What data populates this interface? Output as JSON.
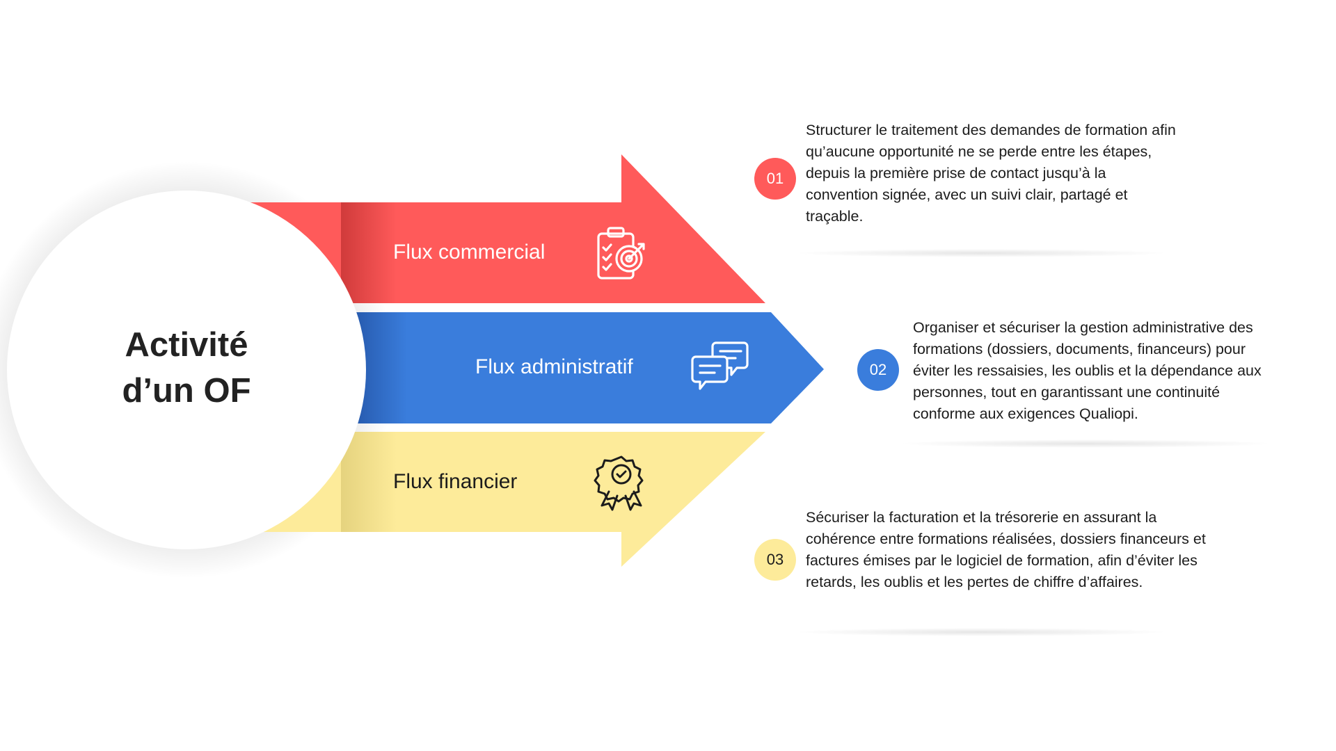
{
  "center": {
    "title_line1": "Activité",
    "title_line2": "d’un OF"
  },
  "flows": [
    {
      "label": "Flux commercial",
      "icon": "clipboard-target-icon",
      "color": "#ff5a5a",
      "text_color": "#ffffff"
    },
    {
      "label": "Flux administratif",
      "icon": "chat-bubbles-icon",
      "color": "#3a7ddc",
      "text_color": "#ffffff"
    },
    {
      "label": "Flux financier",
      "icon": "award-badge-icon",
      "color": "#fdeb9a",
      "text_color": "#1c1c1c"
    }
  ],
  "steps": [
    {
      "number": "01",
      "badge_color": "#ff5a5a",
      "badge_text_color": "#ffffff",
      "lines": [
        "Structurer le traitement des demandes de formation afin",
        "qu’aucune opportunité ne se perde entre les étapes,",
        "depuis la première prise de contact jusqu’à la",
        "convention signée, avec un suivi clair, partagé et",
        "traçable."
      ]
    },
    {
      "number": "02",
      "badge_color": "#3a7ddc",
      "badge_text_color": "#ffffff",
      "lines": [
        "Organiser et sécuriser la gestion administrative des",
        "formations (dossiers, documents, financeurs) pour",
        "éviter les ressaisies, les oublis et la dépendance aux",
        "personnes, tout en garantissant une continuité",
        "conforme aux exigences Qualiopi."
      ]
    },
    {
      "number": "03",
      "badge_color": "#fdeb9a",
      "badge_text_color": "#1c1c1c",
      "lines": [
        "Sécuriser la facturation et la trésorerie en assurant la",
        "cohérence entre formations réalisées, dossiers financeurs et",
        "factures émises par le logiciel de formation, afin d’éviter les",
        "retards, les oublis et les pertes de chiffre d’affaires."
      ]
    }
  ]
}
